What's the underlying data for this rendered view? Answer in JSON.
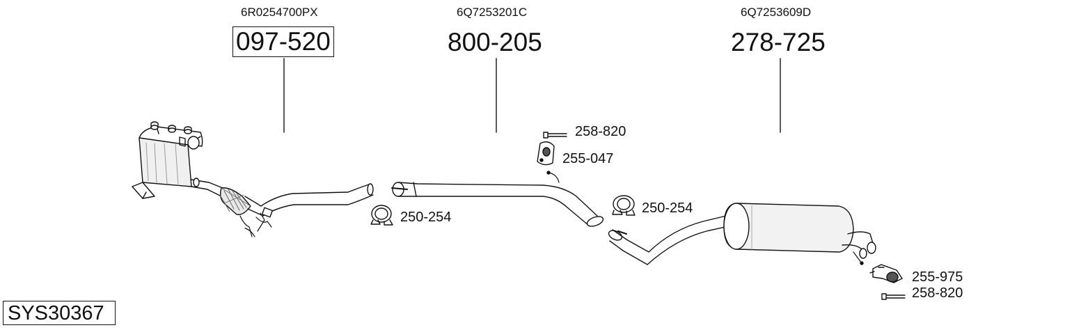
{
  "system_code": "SYS30367",
  "parts": [
    {
      "oe": "6R0254700PX",
      "number": "097-520"
    },
    {
      "oe": "6Q7253201C",
      "number": "800-205"
    },
    {
      "oe": "6Q7253609D",
      "number": "278-725"
    }
  ],
  "accessories": {
    "clamp_1": "250-254",
    "clamp_2": "250-254",
    "bolt_1": "258-820",
    "hanger_1": "255-047",
    "hanger_2": "255-975",
    "bolt_2": "258-820"
  }
}
